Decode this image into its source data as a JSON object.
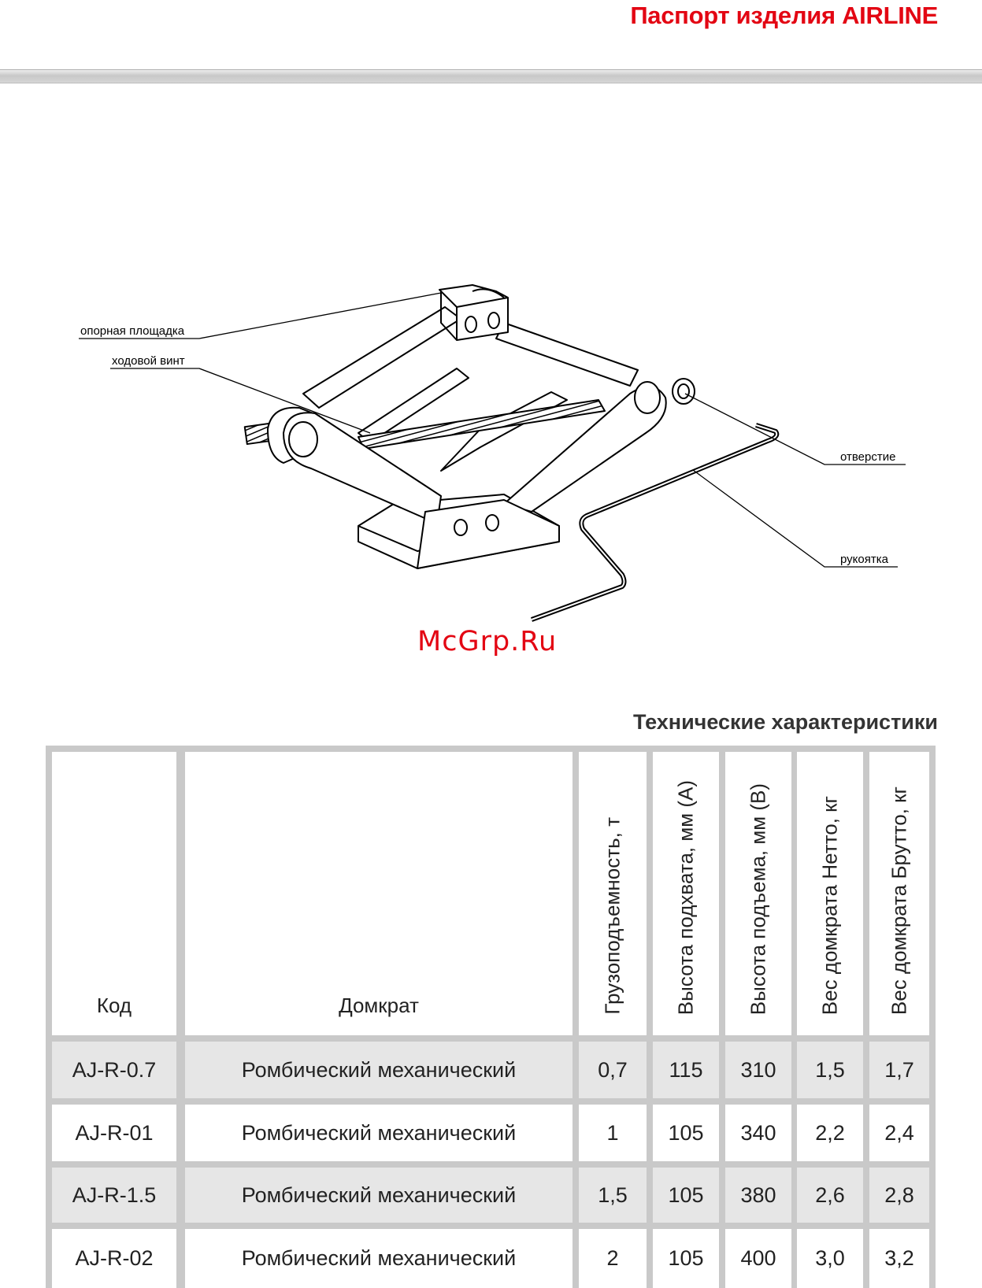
{
  "header": {
    "title": "Паспорт изделия AIRLINE"
  },
  "diagram": {
    "labels": {
      "platform": "опорная площадка",
      "screw": "ходовой винт",
      "hole": "отверстие",
      "handle": "рукоятка"
    }
  },
  "watermark": "McGrp.Ru",
  "specs": {
    "title": "Технические характеристики",
    "columns": [
      "Код",
      "Домкрат",
      "Грузоподъемность, т",
      "Высота подхвата, мм (А)",
      "Высота подъема, мм (В)",
      "Вес домкрата Нетто, кг",
      "Вес домкрата Брутто, кг"
    ],
    "rows": [
      [
        "AJ-R-0.7",
        "Ромбический механический",
        "0,7",
        "115",
        "310",
        "1,5",
        "1,7"
      ],
      [
        "AJ-R-01",
        "Ромбический механический",
        "1",
        "105",
        "340",
        "2,2",
        "2,4"
      ],
      [
        "AJ-R-1.5",
        "Ромбический механический",
        "1,5",
        "105",
        "380",
        "2,6",
        "2,8"
      ],
      [
        "AJ-R-02",
        "Ромбический механический",
        "2",
        "105",
        "400",
        "3,0",
        "3,2"
      ]
    ]
  }
}
